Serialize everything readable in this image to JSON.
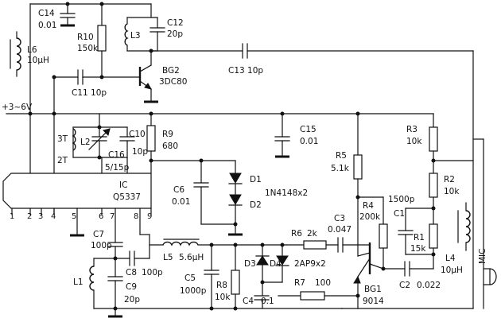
{
  "supply": "+3~6V",
  "labels": {
    "C14": "C14",
    "C14v": "0.01",
    "R10": "R10",
    "R10v": "150k",
    "L3": "L3",
    "C12": "C12",
    "C12v": "20p",
    "L6": "L6",
    "L6v": "10μH",
    "BG2": "BG2",
    "BG2v": "3DC80",
    "C13": "C13  10p",
    "C11": "C11  10p",
    "C15": "C15",
    "C15v": "0.01",
    "R3": "R3",
    "R3v": "10k",
    "L2": "L2",
    "C10": "C10",
    "C10v": "10p",
    "R9": "R9",
    "R9v": "680",
    "C16": "C16",
    "C16v": "5/15p",
    "turns3": "3T",
    "turns2": "2T",
    "R5": "R5",
    "R5v": "5.1k",
    "R2": "R2",
    "R2v": "10k",
    "D1": "D1",
    "D2": "D2",
    "Dpart": "1N4148x2",
    "IC": "IC",
    "ICv": "Q5337",
    "C6": "C6",
    "C6v": "0.01",
    "C1v": "1500p",
    "C1": "C1",
    "R4": "R4",
    "R4v": "200k",
    "C3": "C3",
    "C3v": "0.047",
    "R6": "R6",
    "R6v": "2k",
    "R1": "R1",
    "R1v": "15k",
    "C7": "C7",
    "C7v": "100p",
    "L5": "L5",
    "L5v": "5.6μH",
    "D34": "D3",
    "D4": "D4",
    "D34v": "2AP9x2",
    "L4": "L4",
    "L4v": "10μH",
    "MIC": "MIC",
    "C8": "C8",
    "C8v": "100p",
    "C5": "C5",
    "C5v": "1000p",
    "R7": "R7",
    "R7v": "100",
    "BG1": "BG1",
    "BG1v": "9014",
    "C2": "C2",
    "C2v": "0.022",
    "L1": "L1",
    "C9": "C9",
    "C9v": "20p",
    "R8": "R8",
    "R8v": "10k",
    "C4": "C4",
    "C4v": "0.1"
  },
  "ic_pins": [
    "1",
    "2",
    "3",
    "4",
    "5",
    "6",
    "7",
    "8",
    "9"
  ]
}
